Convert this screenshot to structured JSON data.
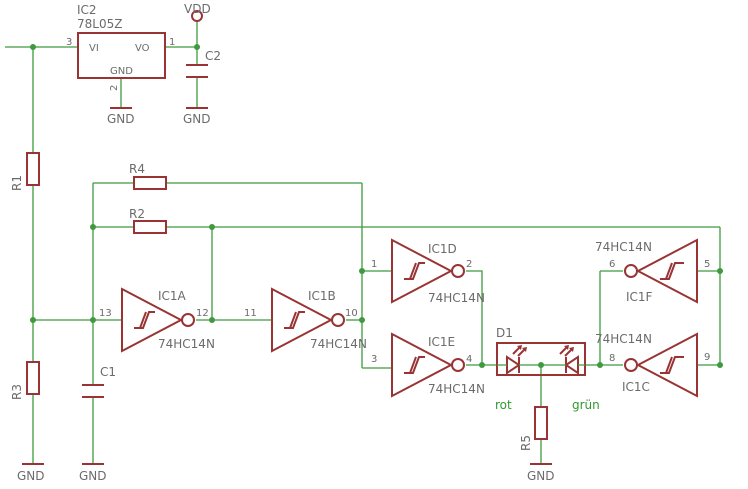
{
  "ic2": {
    "name": "IC2",
    "value": "78L05Z",
    "pin_in_label": "VI",
    "pin_out_label": "VO",
    "pin_gnd_label": "GND",
    "pin_in": "3",
    "pin_out": "1",
    "pin_gnd": "2"
  },
  "supply": {
    "vdd": "VDD",
    "gnd": "GND"
  },
  "capacitors": {
    "c1": "C1",
    "c2": "C2"
  },
  "resistors": {
    "r1": "R1",
    "r2": "R2",
    "r3": "R3",
    "r4": "R4",
    "r5": "R5"
  },
  "gates": {
    "ic1a": {
      "name": "IC1A",
      "part": "74HC14N",
      "pin_in": "13",
      "pin_out": "12"
    },
    "ic1b": {
      "name": "IC1B",
      "part": "74HC14N",
      "pin_in": "11",
      "pin_out": "10"
    },
    "ic1d": {
      "name": "IC1D",
      "part": "74HC14N",
      "pin_in": "1",
      "pin_out": "2"
    },
    "ic1e": {
      "name": "IC1E",
      "part": "74HC14N",
      "pin_in": "3",
      "pin_out": "4"
    },
    "ic1f": {
      "name": "IC1F",
      "part": "74HC14N",
      "pin_in": "5",
      "pin_out": "6"
    },
    "ic1c": {
      "name": "IC1C",
      "part": "74HC14N",
      "pin_in": "9",
      "pin_out": "8"
    }
  },
  "led": {
    "name": "D1",
    "red_label": "rot",
    "green_label": "grün"
  }
}
